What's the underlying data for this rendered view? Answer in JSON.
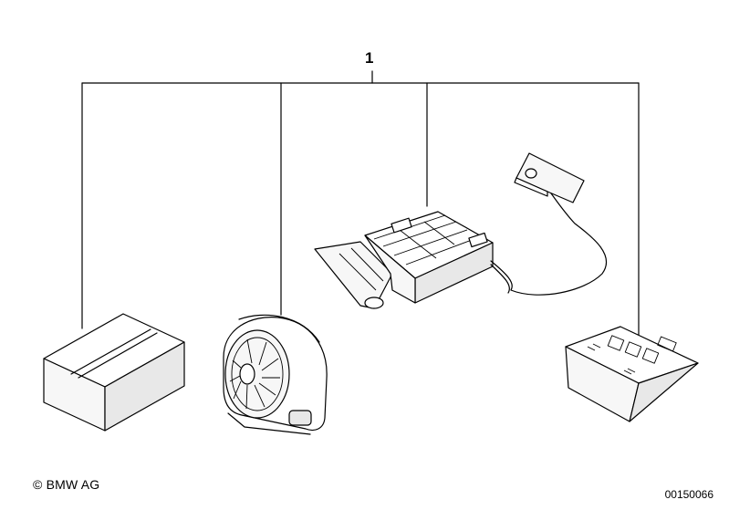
{
  "diagram": {
    "callout_number": "1",
    "copyright": "© BMW AG",
    "document_number": "00150066",
    "parts": [
      {
        "id": "box",
        "icon": "parts-box-icon"
      },
      {
        "id": "siren",
        "icon": "alarm-siren-icon"
      },
      {
        "id": "control-unit",
        "icon": "control-unit-icon"
      },
      {
        "id": "sensor",
        "icon": "sensor-module-icon"
      }
    ]
  }
}
